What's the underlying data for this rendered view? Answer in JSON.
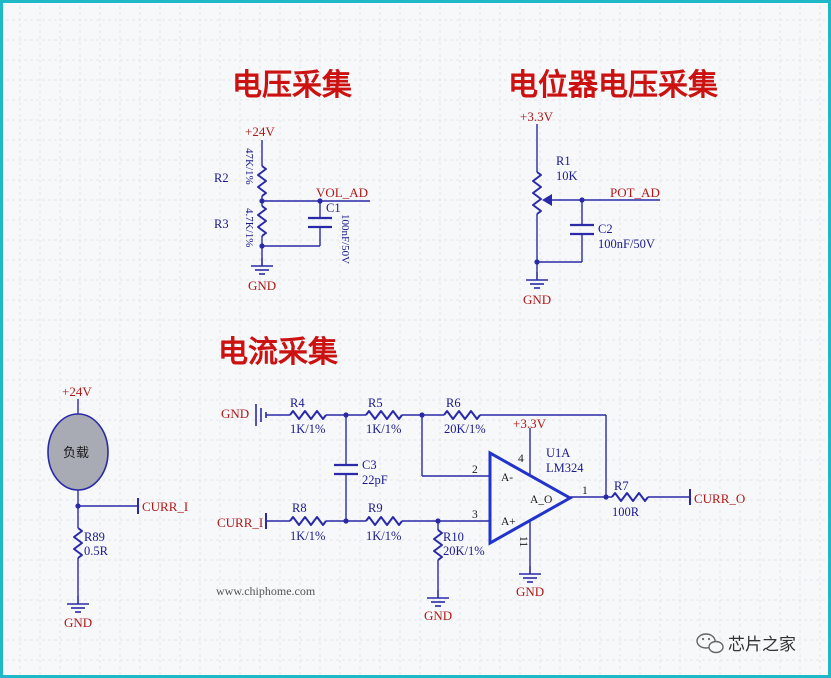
{
  "titles": {
    "voltage": "电压采集",
    "pot": "电位器电压采集",
    "current": "电流采集"
  },
  "nets": {
    "v24_a": "+24V",
    "v24_b": "+24V",
    "v33_a": "+3.3V",
    "v33_b": "+3.3V",
    "gnd": "GND",
    "vol_ad": "VOL_AD",
    "pot_ad": "POT_AD",
    "curr_i": "CURR_I",
    "curr_o": "CURR_O"
  },
  "components": {
    "R2": {
      "ref": "R2",
      "value": "47K/1%"
    },
    "R3": {
      "ref": "R3",
      "value": "4.7K/1%"
    },
    "C1": {
      "ref": "C1",
      "value": "100nF/50V"
    },
    "R1": {
      "ref": "R1",
      "value": "10K"
    },
    "C2": {
      "ref": "C2",
      "value": "100nF/50V"
    },
    "R4": {
      "ref": "R4",
      "value": "1K/1%"
    },
    "R5": {
      "ref": "R5",
      "value": "1K/1%"
    },
    "R6": {
      "ref": "R6",
      "value": "20K/1%"
    },
    "C3": {
      "ref": "C3",
      "value": "22pF"
    },
    "R8": {
      "ref": "R8",
      "value": "1K/1%"
    },
    "R9": {
      "ref": "R9",
      "value": "1K/1%"
    },
    "R10": {
      "ref": "R10",
      "value": "20K/1%"
    },
    "R7": {
      "ref": "R7",
      "value": "100R"
    },
    "R89": {
      "ref": "R89",
      "value": "0.5R"
    },
    "U1A": {
      "ref": "U1A",
      "value": "LM324",
      "out": "A_O",
      "in_minus": "A-",
      "in_plus": "A+"
    },
    "load": {
      "label": "负载"
    }
  },
  "pins": {
    "p1": "1",
    "p2": "2",
    "p3": "3",
    "p4": "4",
    "p11": "11"
  },
  "watermark": "www.chiphome.com",
  "brand": {
    "name": "芯片之家",
    "icon": "wechat-icon"
  },
  "colors": {
    "frame": "#1fb8c6",
    "wire": "#2a2aa8",
    "title": "#cc1111",
    "net": "#b01818"
  }
}
